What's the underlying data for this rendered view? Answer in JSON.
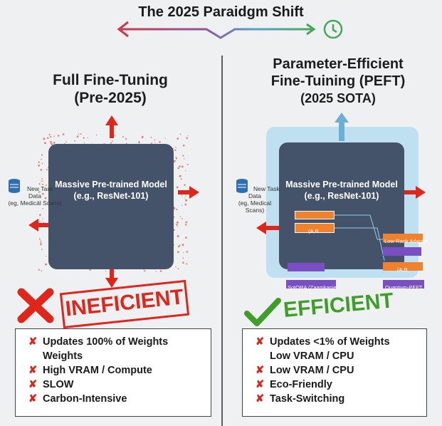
{
  "header": {
    "title": "The 2025 Paraidgm Shift"
  },
  "left": {
    "title_line1": "Full Fine-Tuning",
    "title_line2": "(Pre-2025)",
    "model_line1": "Massive Pre-trained Model",
    "model_line2": "(e.g., ResNet-101)",
    "task_line1": "New Task",
    "task_line2": "Data",
    "task_line3": "(eg, Medical Scans)",
    "verdict": "INEFICIENT",
    "items": [
      {
        "label": "Updates 100% of Weights",
        "sub": "Weights"
      },
      {
        "label": "High VRAM / Compute"
      },
      {
        "label": "SLOW"
      },
      {
        "label": "Carbon-Intensive"
      }
    ]
  },
  "right": {
    "title_line1": "Parameter-Efficient",
    "title_line2": "Fine-Tuining (PEFT)",
    "title_line3": "(2025 SOTA)",
    "model_line1": "Massive Pre-trained Model",
    "model_line2": "(e.g., ResNet-101)",
    "task_line1": "New Task",
    "task_line2": "Data",
    "task_line3": "(eg, Medical Scans)",
    "adapter_ab": "(A,B",
    "adapter_lowrank": "Low-Rank Adapter",
    "adapter_ab2": "(A,B",
    "tag_left": "SotORA (Zaamkanie",
    "tag_right": "Quantum-PEFT",
    "verdict": "EFFICIENT",
    "items": [
      {
        "label": "Updates <1% of Weights",
        "sub": "Low VRAM / CPU"
      },
      {
        "label": "Low VRAM / CPU"
      },
      {
        "label": "Eco-Friendly"
      },
      {
        "label": "Task-Switching"
      }
    ]
  },
  "colors": {
    "red": "#e0261a",
    "green": "#3f9d2a",
    "blue": "#6baed6",
    "model": "#44526a",
    "orange": "#f0822d",
    "purple": "#7b4fc4"
  }
}
